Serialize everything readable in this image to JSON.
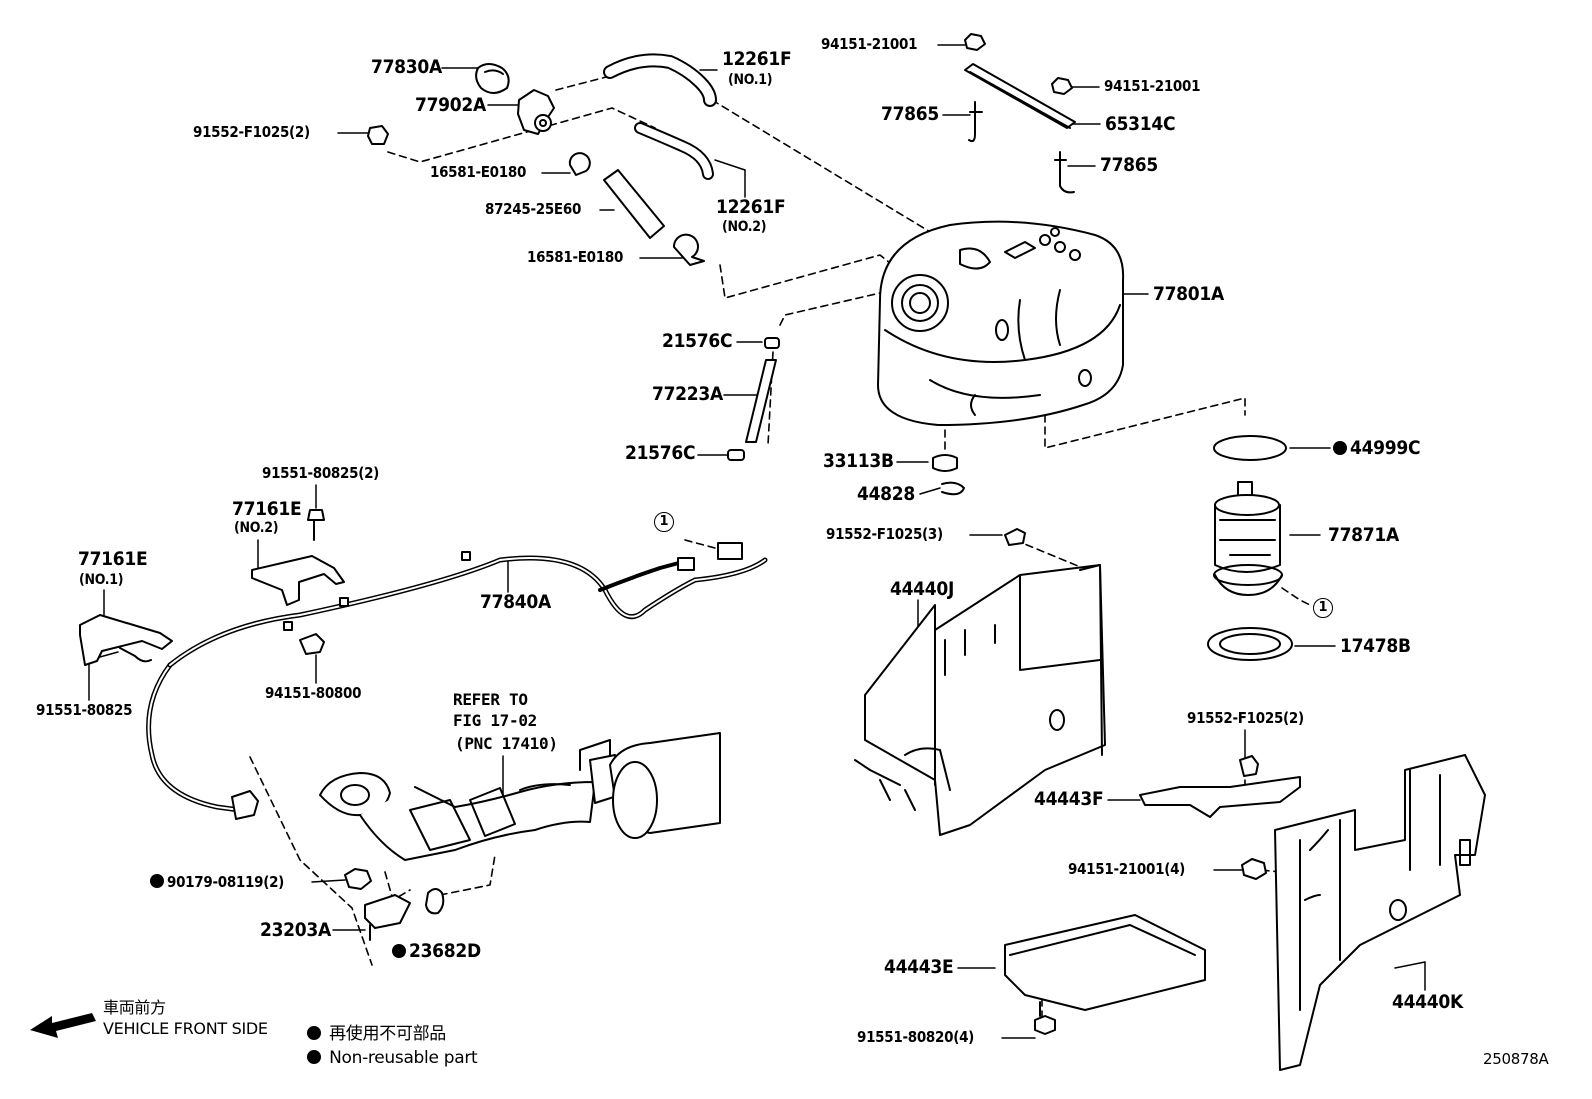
{
  "parts": [
    {
      "text": "77830A"
    },
    {
      "text": "77902A"
    },
    {
      "text": "91552-F1025(2)"
    },
    {
      "text": "12261F"
    },
    {
      "text": "(NO.1)"
    },
    {
      "text": "16581-E0180"
    },
    {
      "text": "87245-25E60"
    },
    {
      "text": "12261F"
    },
    {
      "text": "(NO.2)"
    },
    {
      "text": "16581-E0180"
    },
    {
      "text": "21576C"
    },
    {
      "text": "77223A"
    },
    {
      "text": "21576C"
    },
    {
      "text": "94151-21001"
    },
    {
      "text": "94151-21001"
    },
    {
      "text": "77865"
    },
    {
      "text": "65314C"
    },
    {
      "text": "77865"
    },
    {
      "text": "77801A"
    },
    {
      "text": "33113B"
    },
    {
      "text": "44828"
    },
    {
      "text": "44999C"
    },
    {
      "text": "77871A"
    },
    {
      "text": "17478B"
    },
    {
      "text": "91552-F1025(3)"
    },
    {
      "text": "44440J"
    },
    {
      "text": "91551-80825(2)"
    },
    {
      "text": "77161E"
    },
    {
      "text": "(NO.2)"
    },
    {
      "text": "77161E"
    },
    {
      "text": "(NO.1)"
    },
    {
      "text": "77840A"
    },
    {
      "text": "91551-80825"
    },
    {
      "text": "94151-80800"
    },
    {
      "text": "REFER TO"
    },
    {
      "text": "FIG 17-02"
    },
    {
      "text": "(PNC 17410)"
    },
    {
      "text": "90179-08119(2)"
    },
    {
      "text": "23203A"
    },
    {
      "text": "23682D"
    },
    {
      "text": "91552-F1025(2)"
    },
    {
      "text": "44443F"
    },
    {
      "text": "94151-21001(4)"
    },
    {
      "text": "44443E"
    },
    {
      "text": "44440K"
    },
    {
      "text": "91551-80820(4)"
    }
  ],
  "connector_marks": [
    "1",
    "1"
  ],
  "legend": {
    "front_jp": "車両前方",
    "front_en": "VEHICLE FRONT SIDE",
    "nonreuse_jp": "再使用不可部品",
    "nonreuse_en": "Non-reusable part"
  },
  "figure_code": "250878A"
}
